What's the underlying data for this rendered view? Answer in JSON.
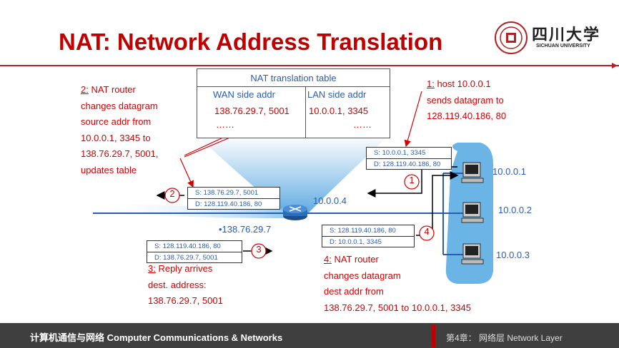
{
  "title": "NAT: Network Address Translation",
  "logo": {
    "name_cn": "四川大学",
    "name_en": "SICHUAN UNIVERSITY"
  },
  "nat_table": {
    "caption": "NAT translation table",
    "columns": [
      "WAN side addr",
      "LAN side addr"
    ],
    "rows": [
      [
        "138.76.29.7, 5001",
        "10.0.0.1, 3345"
      ],
      [
        "……",
        "……"
      ]
    ]
  },
  "step1": {
    "num": "1:",
    "lines": [
      " host 10.0.0.1",
      "sends datagram to",
      "128.119.40.186, 80"
    ]
  },
  "step2": {
    "num": "2:",
    "lines": [
      " NAT router",
      "changes datagram",
      "source addr from",
      "10.0.0.1, 3345 to",
      "138.76.29.7, 5001,",
      "updates table"
    ]
  },
  "step3": {
    "num": "3:",
    "lines": [
      " Reply arrives",
      " dest. address:",
      " 138.76.29.7, 5001"
    ]
  },
  "step4": {
    "num": "4:",
    "lines": [
      " NAT router",
      "changes datagram",
      "dest addr from",
      "138.76.29.7, 5001 to 10.0.0.1, 3345"
    ]
  },
  "packets": {
    "p1": {
      "s": "S: 10.0.0.1, 3345",
      "d": "D: 128.119.40.186, 80"
    },
    "p2": {
      "s": "S: 138.76.29.7, 5001",
      "d": "D: 128.119.40.186, 80"
    },
    "p3": {
      "s": "S: 128.119.40.186, 80",
      "d": "D: 138.76.29.7, 5001"
    },
    "p4": {
      "s": "S: 128.119.40.186, 80",
      "d": "D: 10.0.0.1, 3345"
    }
  },
  "markers": [
    "1",
    "2",
    "3",
    "4"
  ],
  "addresses": {
    "router_lan": "10.0.0.4",
    "router_wan": "•138.76.29.7",
    "host1": "10.0.0.1",
    "host2": "10.0.0.2",
    "host3": "10.0.0.3"
  },
  "footer": {
    "left": "计算机通信与网络  Computer Communications & Networks",
    "right": "第4章： 网络层  Network Layer"
  },
  "colors": {
    "accent": "#c00000",
    "text_red": "#d40000",
    "blue": "#2a5db0",
    "lan": "#6ab4e6"
  }
}
